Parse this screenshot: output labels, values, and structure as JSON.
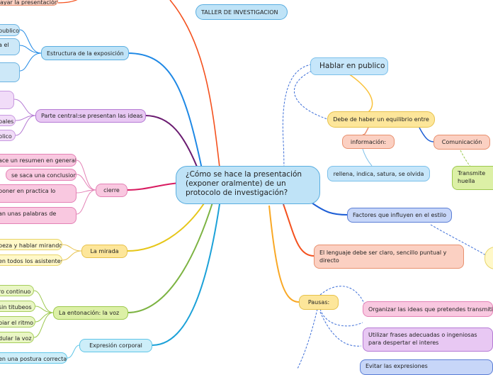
{
  "center": "¿Cómo se hace la presentación (exponer oralmente) de un protocolo de investigación?",
  "taller": "TALLER DE INVESTIGACION",
  "left_top": "ayar la presentación",
  "estructura": {
    "label": "Estructura de la exposición",
    "children": [
      "publico",
      "a el",
      ""
    ]
  },
  "parte_central": {
    "label": "Parte central:se presentan las ideas",
    "children": [
      "",
      "pales",
      "blico"
    ]
  },
  "cierre": {
    "label": "cierre",
    "children": [
      "ace un resumen en general",
      "se saca una conclusion",
      "poner en practica lo",
      "an unas palabras de"
    ]
  },
  "mirada": {
    "label": "La mirada",
    "children": [
      "beza  y hablar mirando",
      "en todos los asistentes"
    ]
  },
  "entonacion": {
    "label": "La entonación: la voz",
    "children": [
      "ro continuo",
      "sin titubeos",
      "biar el ritmo",
      "dular la voz"
    ]
  },
  "expresion": {
    "label": "Expresión corporal",
    "children": [
      "en una postura correcta"
    ]
  },
  "hablar": {
    "label": "Hablar en publico",
    "equilibrio": "Debe de haber un equilibrio entre",
    "informacion": "información:",
    "informacion_detalle": "rellena, indica, satura, se olvida",
    "comunicacion": "Comunicación",
    "transmite": "Transmite huella"
  },
  "factores": "Factores que influyen en el estilo",
  "lenguaje": "El lenguaje debe ser claro, sencillo puntual y directo",
  "pausas": {
    "label": "Pausas:",
    "organizar": "Organizar las ideas que pretendes transmitir",
    "frases": "Utilizar frases adecuadas o ingeniosas para despertar el interes",
    "evitar": "Evitar las expresiones"
  },
  "colors": {
    "estructura": "#1e88e5",
    "parte_central": "#6a1b70",
    "cierre": "#d81b60",
    "mirada": "#e6c619",
    "entonacion": "#7cb342",
    "expresion": "#1ba1d8",
    "taller": "#f4511e",
    "hablar": "#5b8fd6",
    "factores": "#1e5fd6",
    "lenguaje": "#f4511e",
    "pausas": "#f9a825"
  }
}
